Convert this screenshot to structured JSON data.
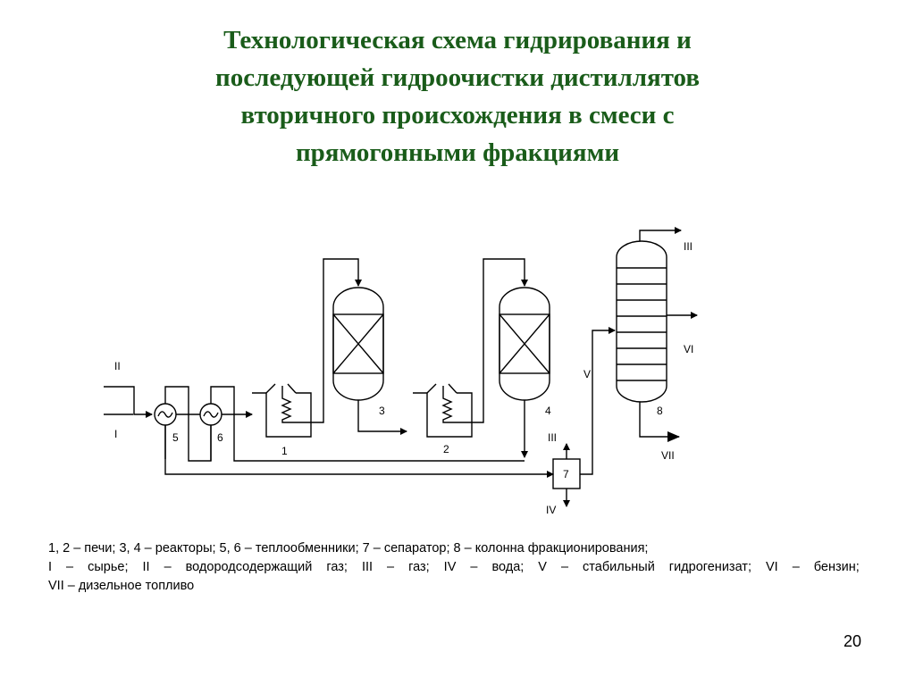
{
  "title": {
    "lines": [
      "Технологическая схема гидрирования и",
      "последующей гидроочистки дистиллятов",
      "вторичного происхождения в смеси с",
      "прямогонными фракциями"
    ],
    "color": "#1a5c1a"
  },
  "diagram": {
    "labels": {
      "feed": "I",
      "hydrogen_gas": "II",
      "gas_top": "III",
      "gas_separator": "III",
      "water": "IV",
      "stable_hydrogenate": "V",
      "gasoline": "VI",
      "diesel": "VII",
      "furnace_1": "1",
      "furnace_2": "2",
      "reactor_3": "3",
      "reactor_4": "4",
      "exchanger_5": "5",
      "exchanger_6": "6",
      "separator_7": "7",
      "column_8": "8"
    }
  },
  "legend": {
    "line1": "1, 2 – печи; 3, 4 – реакторы; 5, 6 – теплообменники; 7 – сепаратор; 8 – колонна фракционирования;",
    "line2_words": [
      "I",
      "–",
      "сырье;",
      "II",
      "–",
      "водородсодержащий",
      "газ;",
      "III",
      "–",
      "газ;",
      "IV",
      "–",
      "вода;",
      "V",
      "–",
      "стабильный",
      "гидрогенизат;",
      "VI",
      "–",
      "бензин;"
    ],
    "line3": "VII – дизельное топливо"
  },
  "page_number": "20"
}
